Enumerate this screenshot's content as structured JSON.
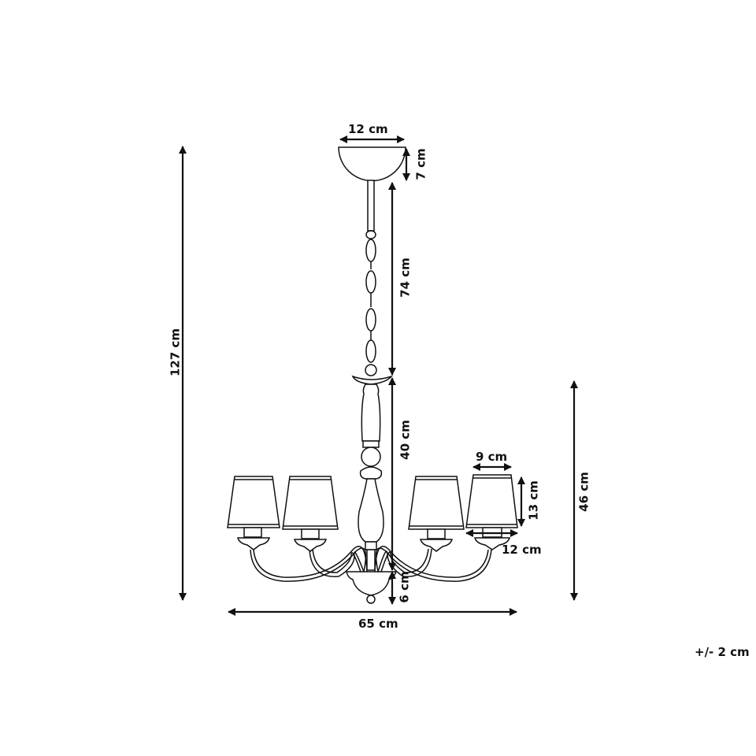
{
  "diagram": {
    "type": "product-dimension-drawing",
    "subject": "5-arm chandelier with fabric shades",
    "colors": {
      "line": "#111111",
      "fill": "#ffffff",
      "background": "#ffffff"
    },
    "dimensions": {
      "total_height": "127 cm",
      "canopy_width": "12 cm",
      "canopy_height": "7 cm",
      "chain_length": "74 cm",
      "body_height": "40 cm",
      "bottom_finial_height": "6 cm",
      "fixture_height": "46 cm",
      "total_width": "65 cm",
      "shade_top_diameter": "9 cm",
      "shade_height": "13 cm",
      "shade_bottom_diameter": "12 cm"
    },
    "tolerance": "+/- 2 cm"
  }
}
